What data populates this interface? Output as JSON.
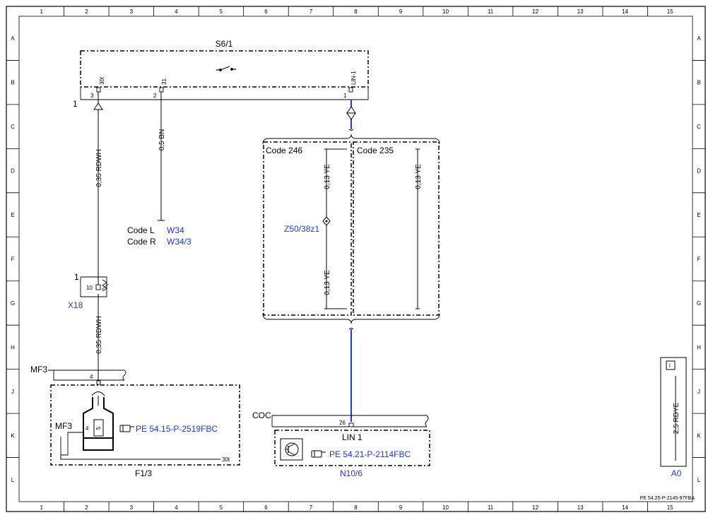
{
  "grid": {
    "columns": [
      "1",
      "2",
      "3",
      "4",
      "5",
      "6",
      "7",
      "8",
      "9",
      "10",
      "11",
      "12",
      "13",
      "14",
      "15"
    ],
    "rows": [
      "A",
      "B",
      "C",
      "D",
      "E",
      "F",
      "G",
      "H",
      "J",
      "K",
      "L"
    ]
  },
  "components": {
    "s6_1": {
      "name": "S6/1",
      "pins": [
        {
          "num": "3",
          "label": "30t"
        },
        {
          "num": "2",
          "label": "31"
        },
        {
          "num": "1",
          "label": "LIN-1"
        }
      ],
      "row_marker": "1"
    },
    "code_box": {
      "left_title": "Code 246",
      "right_title": "Code 235",
      "splice": "Z50/38z1"
    },
    "x18": {
      "name": "X18",
      "pin": "10",
      "marker": "1"
    },
    "f1_3": {
      "name": "F1/3",
      "bus": "MF3",
      "inner_label": "MF3",
      "pin": "4",
      "fuse_num": "4",
      "fuse_value": "5",
      "terminal": "30t",
      "ref": "PE 54.15-P-2519FBC"
    },
    "n10_6": {
      "name": "N10/6",
      "bus": "COC",
      "pin": "26",
      "signal": "LIN 1",
      "ref": "PE 54.21-P-2114FBC"
    },
    "a0": {
      "name": "A0",
      "wire": "2,5 RDYE",
      "info_icon": "i"
    }
  },
  "wires": {
    "w1_upper": "0,35 RDWH",
    "w1_lower": "0,35 RDWH",
    "w2": "0,5 BN",
    "ye_1": "0,13 YE",
    "ye_2": "0,13 YE",
    "ye_3": "0,13 YE"
  },
  "codes": {
    "l_label": "Code L",
    "l_ref": "W34",
    "r_label": "Code R",
    "r_ref": "W34/3"
  },
  "footer": {
    "document_id": "PE 54.25-P-2145-97FBA"
  },
  "colors": {
    "wire_blue": "#1f3bd1",
    "line": "#000000"
  }
}
